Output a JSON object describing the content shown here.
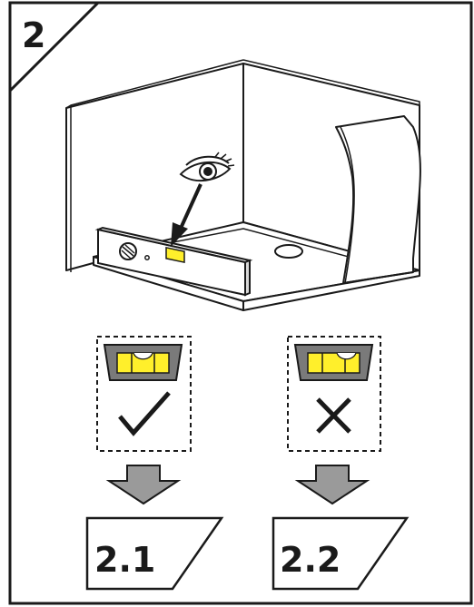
{
  "step": {
    "number": "2"
  },
  "options": [
    {
      "id": "2.1",
      "label": "2.1",
      "result": "check-mark-icon"
    },
    {
      "id": "2.2",
      "label": "2.2",
      "result": "cross-mark-icon"
    }
  ],
  "colors": {
    "line": "#1a1a1a",
    "bubble_yellow": "#ffef2b",
    "level_gray": "#7a7a7a",
    "arrow_fill": "#9a9a9a",
    "dash_border": "#1a1a1a"
  },
  "icons": [
    "eye-icon",
    "pointer-arrow-icon",
    "spirit-level-icon",
    "check-mark-icon",
    "cross-mark-icon",
    "down-arrow-icon"
  ]
}
